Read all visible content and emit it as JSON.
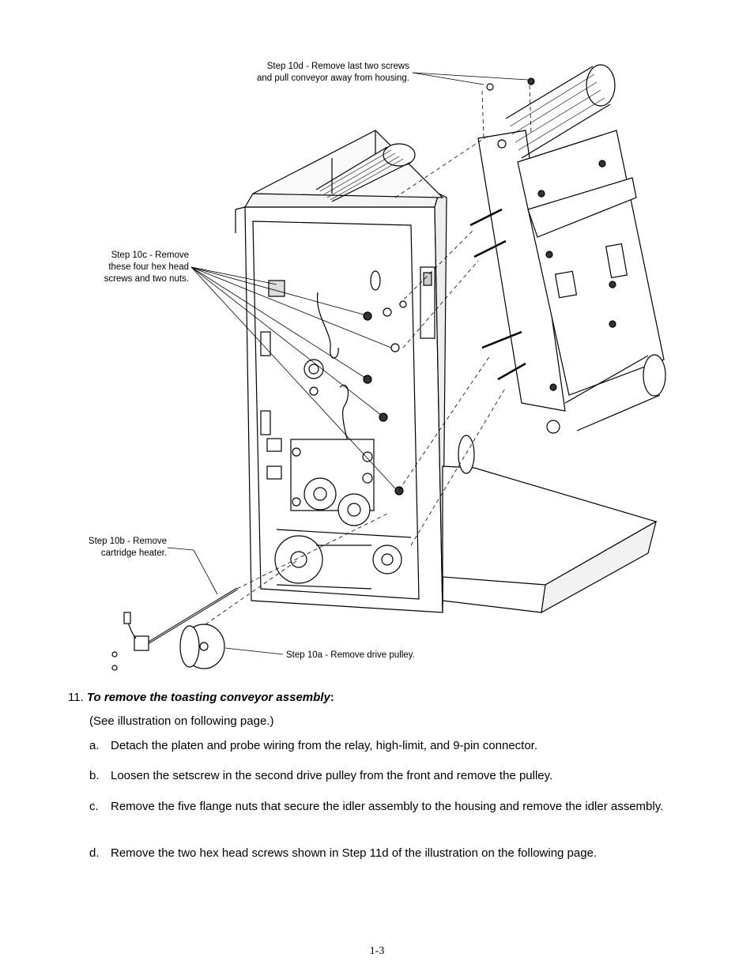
{
  "figure": {
    "callouts": {
      "step10d": [
        "Step 10d - Remove last two screws",
        "and pull conveyor away from housing."
      ],
      "step10c": [
        "Step 10c - Remove",
        "these four hex head",
        "screws and two nuts."
      ],
      "step10b": [
        "Step 10b - Remove",
        "cartridge heater."
      ],
      "step10a": "Step 10a - Remove drive pulley."
    }
  },
  "section": {
    "number": "11.",
    "title": "To remove the toasting conveyor assembly",
    "colon": ":",
    "note": "(See illustration on following page.)",
    "steps": [
      {
        "letter": "a.",
        "text": "Detach the platen and probe wiring from the relay, high-limit, and 9-pin connector."
      },
      {
        "letter": "b.",
        "text": "Loosen the setscrew in the second drive pulley from the front and remove the pulley."
      },
      {
        "letter": "c.",
        "text": "Remove the five flange nuts that secure the idler assembly to the housing and remove the idler assembly."
      },
      {
        "letter": "d.",
        "text": "Remove the two hex head screws shown in Step 11d of the illustration on the following page."
      }
    ]
  },
  "page_number": "1-3"
}
